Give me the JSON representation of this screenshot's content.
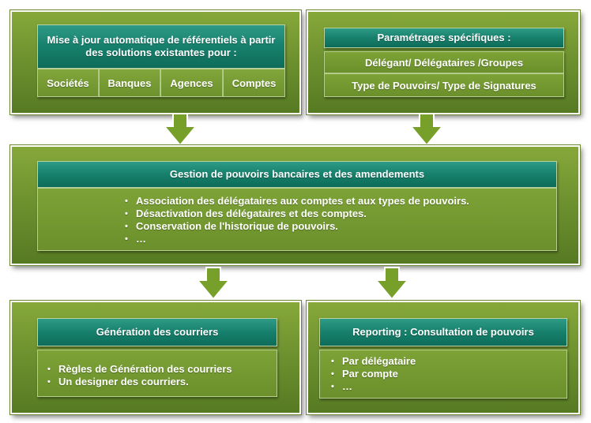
{
  "top_left": {
    "title": "Mise à jour automatique de référentiels à partir des solutions  existantes pour :",
    "cells": [
      "Sociétés",
      "Banques",
      "Agences",
      "Comptes"
    ]
  },
  "top_right": {
    "title": "Paramétrages spécifiques :",
    "rows": [
      "Délégant/ Délégataires /Groupes",
      "Type de Pouvoirs/ Type de  Signatures"
    ]
  },
  "middle": {
    "title": "Gestion de pouvoirs  bancaires  et des amendements",
    "items": [
      "Association  des délégataires aux comptes et  aux types de  pouvoirs.",
      "Désactivation des délégataires et des comptes.",
      "Conservation  de l'historique de pouvoirs.",
      "…"
    ]
  },
  "bottom_left": {
    "title": "Génération des courriers",
    "items": [
      "Règles de Génération des courriers",
      "Un designer des courriers."
    ]
  },
  "bottom_right": {
    "title": "Reporting : Consultation  de pouvoirs",
    "items": [
      "Par délégataire",
      "Par compte",
      "…"
    ]
  },
  "colors": {
    "panel_green": "#6f9230",
    "header_teal": "#17806c",
    "arrow_green": "#76a02a"
  }
}
